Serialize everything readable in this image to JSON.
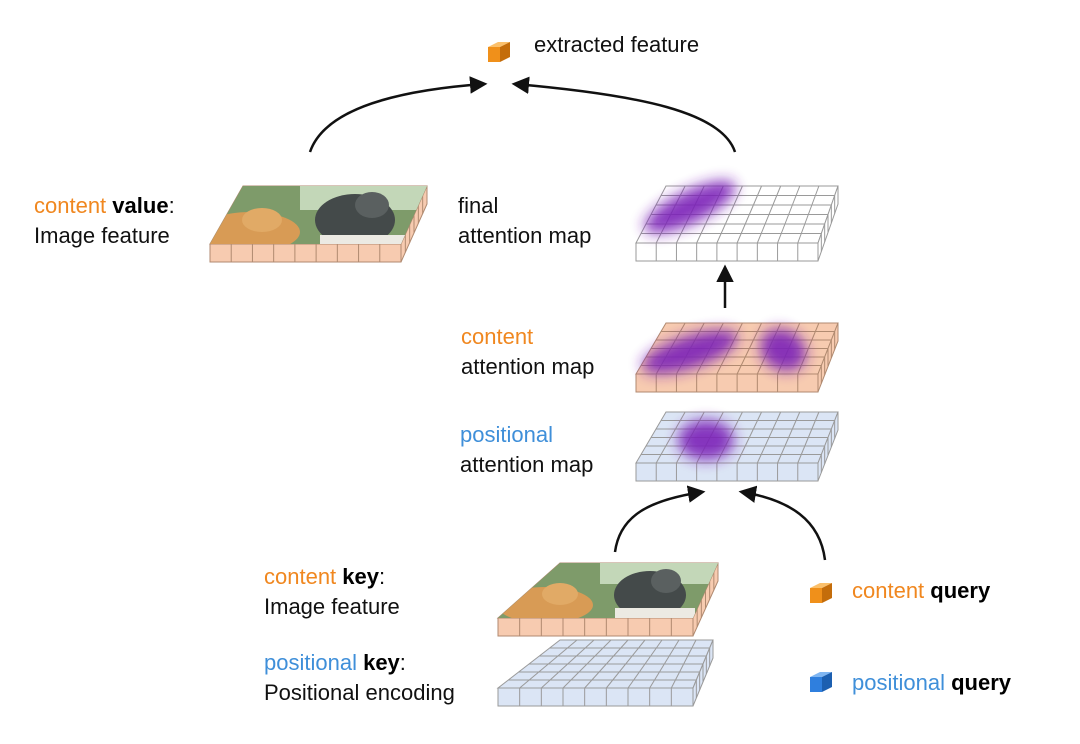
{
  "top": {
    "label": "extracted feature"
  },
  "content_value": {
    "word1": "content",
    "word2": "value",
    "colon": ":",
    "line2": "Image feature"
  },
  "final_map": {
    "line1": "final",
    "line2": "attention map"
  },
  "content_map": {
    "line1": "content",
    "line2": "attention map"
  },
  "positional_map": {
    "line1": "positional",
    "line2": "attention map"
  },
  "content_key": {
    "word1": "content",
    "word2": "key",
    "colon": ":",
    "line2": "Image feature"
  },
  "positional_key": {
    "word1": "positional",
    "word2": "key",
    "colon": ":",
    "line2": "Positional encoding"
  },
  "content_query": {
    "word1": "content",
    "word2": "query"
  },
  "positional_query": {
    "word1": "positional",
    "word2": "query"
  },
  "colors": {
    "orange_text": "#f0871f",
    "blue_text": "#3f8fd9",
    "peach_grid": "#f7cbb0",
    "blue_grid": "#dbe5f5",
    "white_grid": "#ffffff",
    "heat": "#7b22b8"
  }
}
